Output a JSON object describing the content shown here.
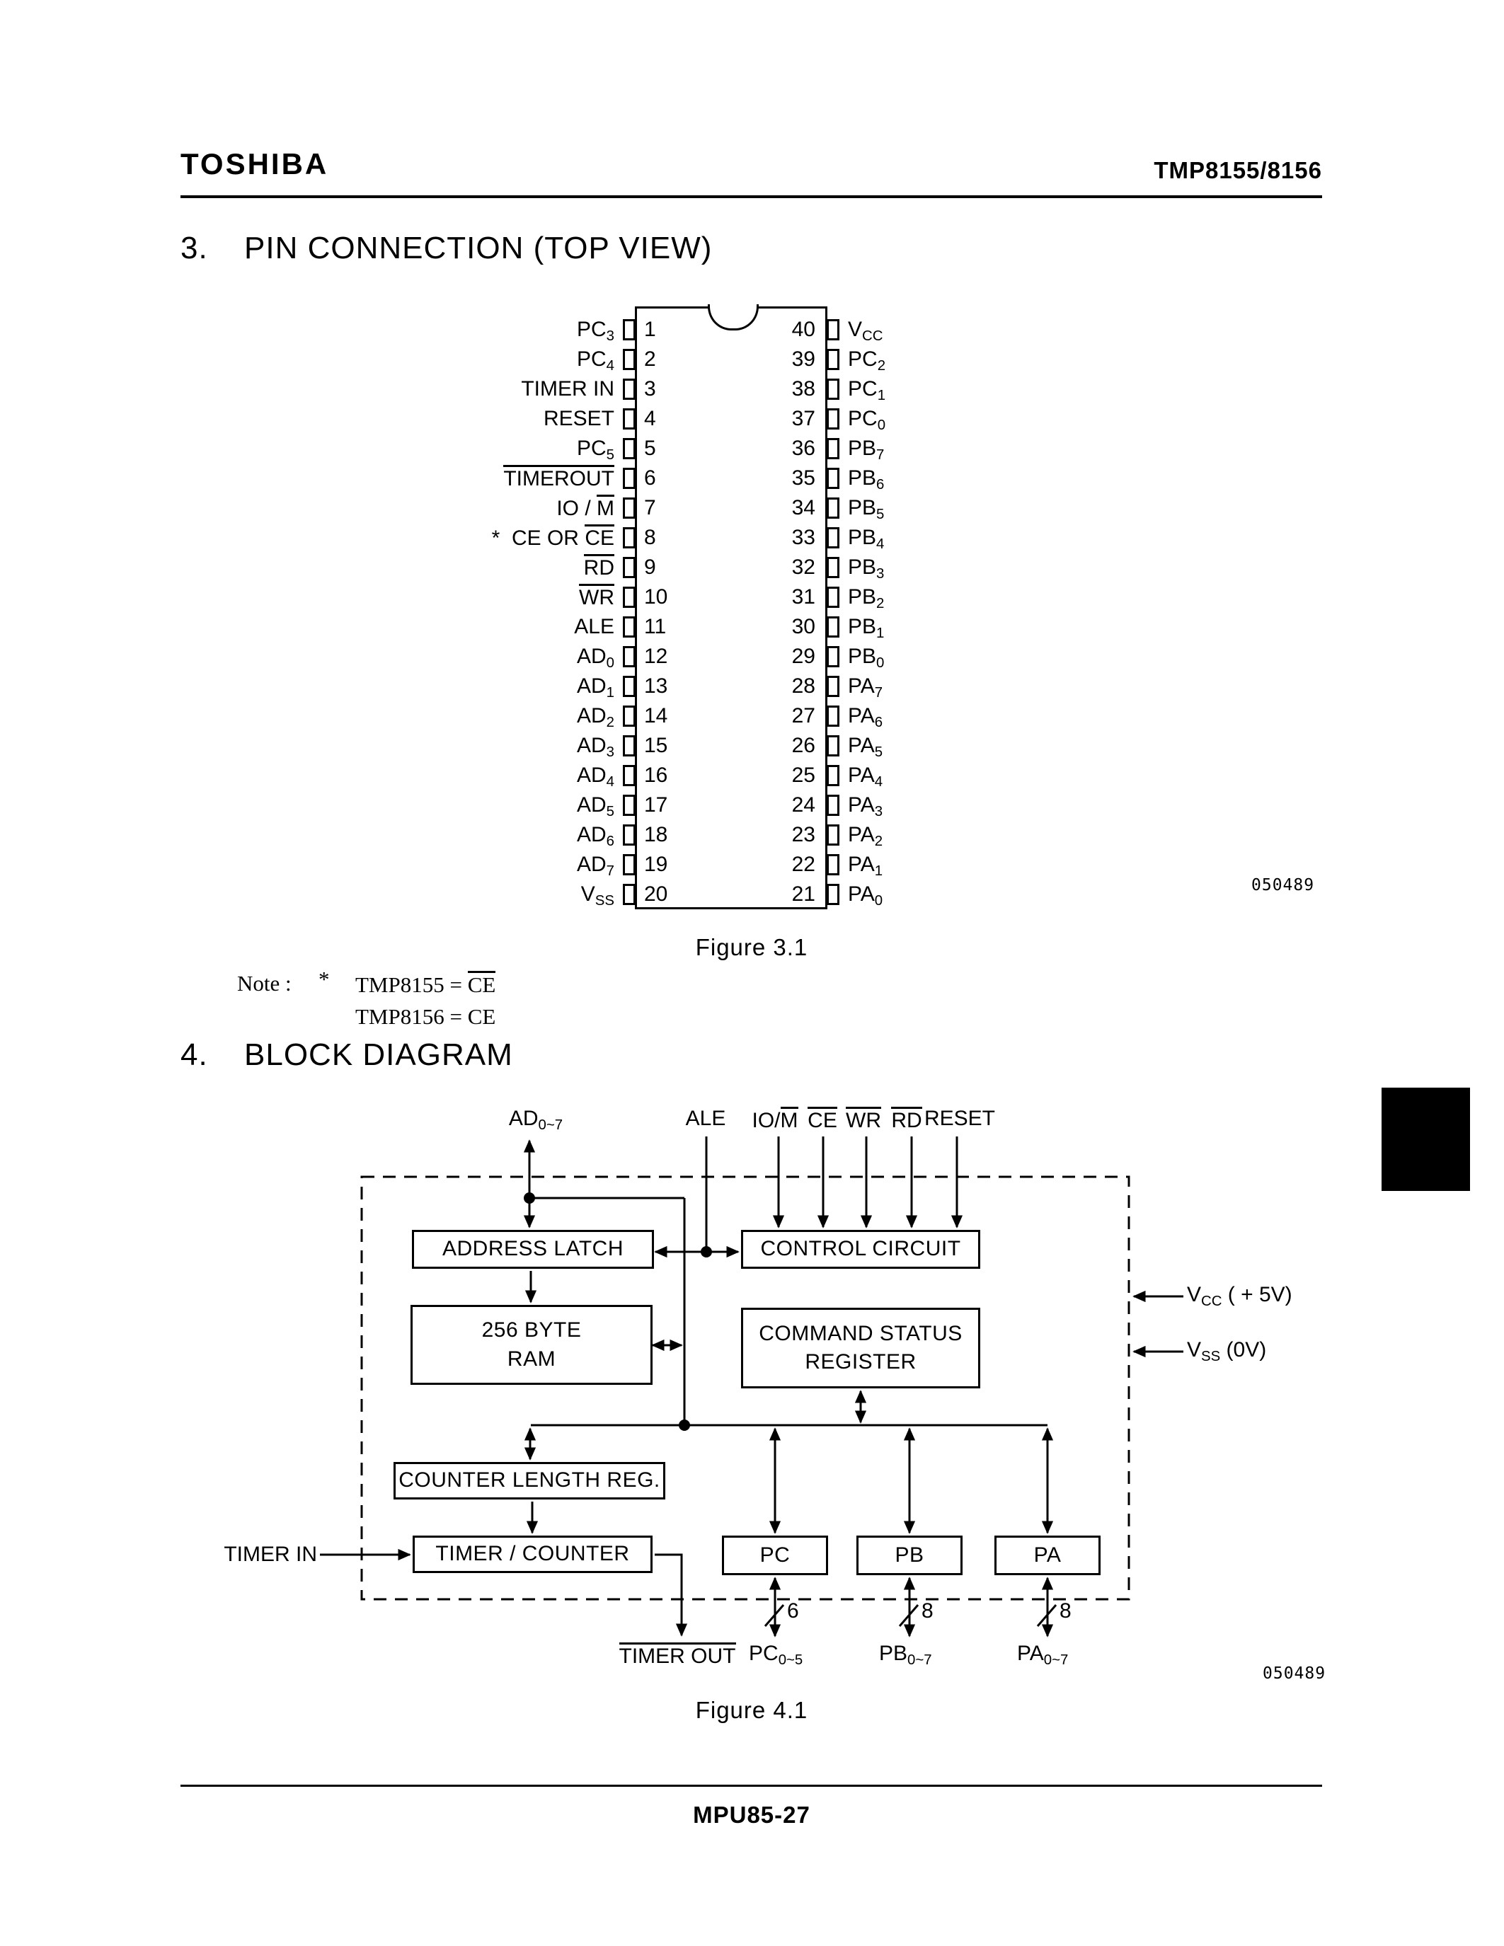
{
  "header": {
    "brand": "TOSHIBA",
    "doc_id": "TMP8155/8156"
  },
  "pin_section": {
    "number": "3.",
    "title": "PIN CONNECTION (TOP VIEW)",
    "figure_caption": "Figure 3.1",
    "stamp": "050489",
    "note_prefix": "Note :",
    "note_star": "*",
    "note_line1": "TMP8155 = ^{CE}",
    "note_line2": "TMP8156 = CE",
    "pins": [
      {
        "l": "PC_{3}",
        "ln": "1",
        "rn": "40",
        "r": "V_{CC}"
      },
      {
        "l": "PC_{4}",
        "ln": "2",
        "rn": "39",
        "r": "PC_{2}"
      },
      {
        "l": "TIMER IN",
        "ln": "3",
        "rn": "38",
        "r": "PC_{1}"
      },
      {
        "l": "RESET",
        "ln": "4",
        "rn": "37",
        "r": "PC_{0}"
      },
      {
        "l": "PC_{5}",
        "ln": "5",
        "rn": "36",
        "r": "PB_{7}"
      },
      {
        "l": "^{TIMEROUT}",
        "ln": "6",
        "rn": "35",
        "r": "PB_{6}"
      },
      {
        "l": "IO / ^{M}",
        "ln": "7",
        "rn": "34",
        "r": "PB_{5}"
      },
      {
        "l": "*  CE OR ^{CE}",
        "ln": "8",
        "rn": "33",
        "r": "PB_{4}"
      },
      {
        "l": "^{RD}",
        "ln": "9",
        "rn": "32",
        "r": "PB_{3}"
      },
      {
        "l": "^{WR}",
        "ln": "10",
        "rn": "31",
        "r": "PB_{2}"
      },
      {
        "l": "ALE",
        "ln": "11",
        "rn": "30",
        "r": "PB_{1}"
      },
      {
        "l": "AD_{0}",
        "ln": "12",
        "rn": "29",
        "r": "PB_{0}"
      },
      {
        "l": "AD_{1}",
        "ln": "13",
        "rn": "28",
        "r": "PA_{7}"
      },
      {
        "l": "AD_{2}",
        "ln": "14",
        "rn": "27",
        "r": "PA_{6}"
      },
      {
        "l": "AD_{3}",
        "ln": "15",
        "rn": "26",
        "r": "PA_{5}"
      },
      {
        "l": "AD_{4}",
        "ln": "16",
        "rn": "25",
        "r": "PA_{4}"
      },
      {
        "l": "AD_{5}",
        "ln": "17",
        "rn": "24",
        "r": "PA_{3}"
      },
      {
        "l": "AD_{6}",
        "ln": "18",
        "rn": "23",
        "r": "PA_{2}"
      },
      {
        "l": "AD_{7}",
        "ln": "19",
        "rn": "22",
        "r": "PA_{1}"
      },
      {
        "l": "V_{SS}",
        "ln": "20",
        "rn": "21",
        "r": "PA_{0}"
      }
    ]
  },
  "block_section": {
    "number": "4.",
    "title": "BLOCK DIAGRAM",
    "figure_caption": "Figure 4.1",
    "stamp": "050489",
    "signals": {
      "ad": "AD_{0~7}",
      "ale": "ALE",
      "iom": "IO/^{M}",
      "ce": "^{CE}",
      "wr": "^{WR}",
      "rd": "^{RD}",
      "reset": "RESET"
    },
    "blocks": {
      "address_latch": "ADDRESS LATCH",
      "control_circuit": "CONTROL CIRCUIT",
      "ram_l1": "256 BYTE",
      "ram_l2": "RAM",
      "csr_l1": "COMMAND STATUS",
      "csr_l2": "REGISTER",
      "counter_length": "COUNTER LENGTH REG.",
      "timer_counter": "TIMER / COUNTER",
      "port_c": "PC",
      "port_b": "PB",
      "port_a": "PA"
    },
    "timer_in": "TIMER IN",
    "power": {
      "vcc": "V_{CC} ( + 5V)",
      "vss": "V_{SS}  (0V)"
    },
    "bus_widths": {
      "pc": "6",
      "pb": "8",
      "pa": "8"
    },
    "bottom_labels": {
      "timer_out": "^{TIMER OUT}",
      "pc": "PC_{0~5}",
      "pb": "PB_{0~7}",
      "pa": "PA_{0~7}"
    }
  },
  "footer": {
    "page_id": "MPU85-27"
  }
}
